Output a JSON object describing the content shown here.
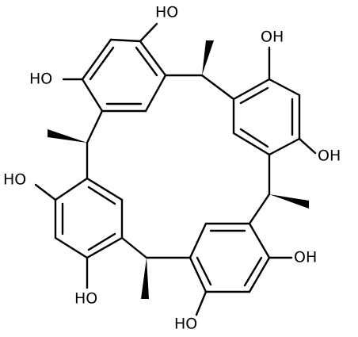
{
  "diagram": {
    "type": "chemical-structure",
    "background": "#ffffff",
    "ink": "#000000",
    "labels": [
      {
        "id": "oh-1",
        "text": "HO"
      },
      {
        "id": "oh-2",
        "text": "HO"
      },
      {
        "id": "oh-3",
        "text": "OH"
      },
      {
        "id": "oh-4",
        "text": "OH"
      },
      {
        "id": "oh-5",
        "text": "HO"
      },
      {
        "id": "oh-6",
        "text": "HO"
      },
      {
        "id": "oh-7",
        "text": "OH"
      },
      {
        "id": "oh-8",
        "text": "HO"
      }
    ]
  }
}
